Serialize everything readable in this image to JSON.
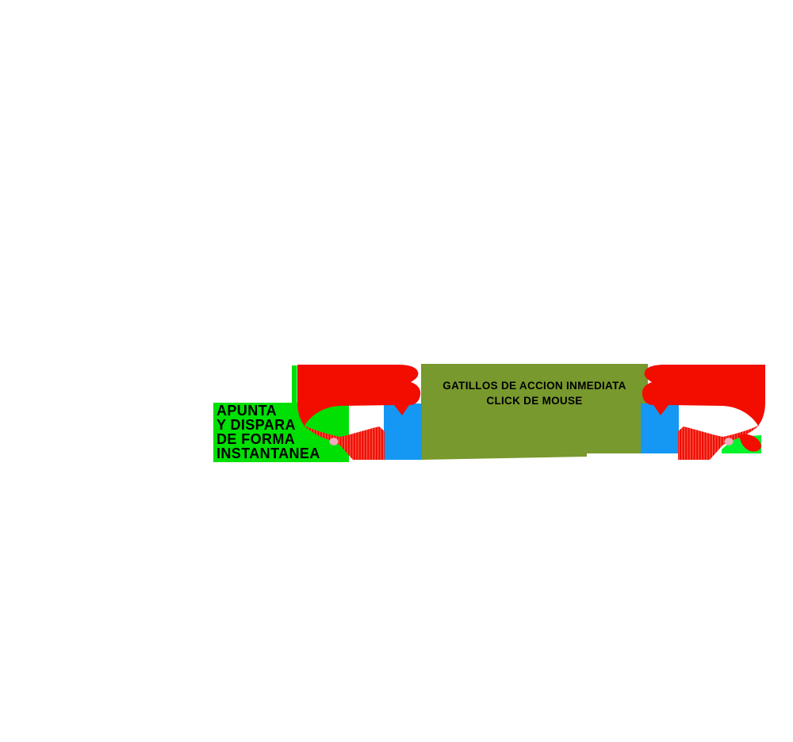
{
  "colors": {
    "bg": "#ffffff",
    "red": "#f20d00",
    "blue": "#1498f4",
    "olive": "#78992d",
    "green": "#00e004",
    "green_flash": "#00f42c",
    "pink": "#f5abbe",
    "text": "#000000"
  },
  "left_caption": {
    "lines": [
      "APUNTA",
      "Y DISPARA",
      "DE FORMA",
      "INSTANTANEA"
    ]
  },
  "banner": {
    "line1": "GATILLOS DE ACCION INMEDIATA",
    "line2": "CLICK DE MOUSE"
  },
  "icons": {
    "left_hand": "hand-tap-click-icon",
    "right_hand": "hand-tap-click-icon",
    "left_button": "trigger-button",
    "right_button": "trigger-button",
    "left_nail": "fingernail-dot",
    "right_nail": "fingernail-dot"
  }
}
